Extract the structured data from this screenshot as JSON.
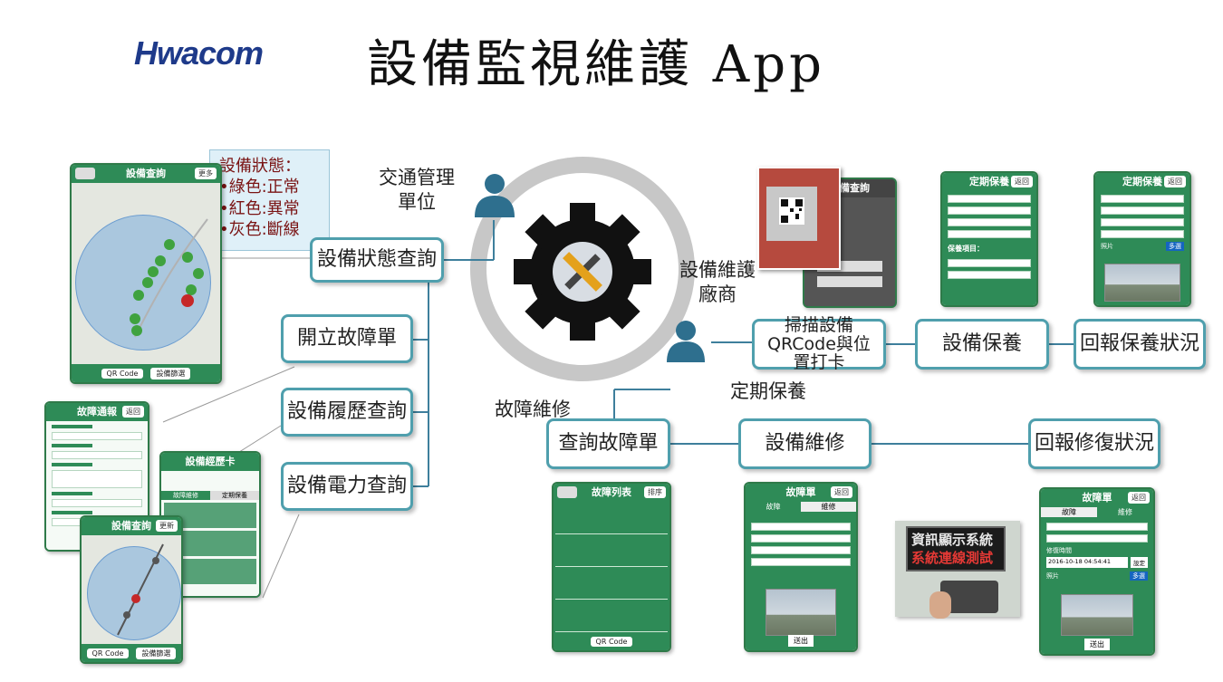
{
  "title": "設備監視維護 App",
  "logo": "Hwacom",
  "status_legend": {
    "heading": "設備狀態：",
    "green": "•綠色:正常",
    "red": "•紅色:異常",
    "gray": "•灰色:斷線"
  },
  "actors": {
    "traffic": "交通管理單位",
    "vendor": "設備維護廠商"
  },
  "flow_labels": {
    "fault": "故障維修",
    "maint": "定期保養"
  },
  "boxes": {
    "status_query": "設備狀態查詢",
    "open_ticket": "開立故障單",
    "history_query": "設備履歷查詢",
    "power_query": "設備電力查詢",
    "scan_checkin": "掃描設備QRCode與位置打卡",
    "maintenance": "設備保養",
    "report_maint": "回報保養狀況",
    "query_ticket": "查詢故障單",
    "repair": "設備維修",
    "report_repair": "回報修復狀況"
  },
  "screens": {
    "device_query": {
      "title": "設備查詢",
      "more": "更多",
      "qr": "QR Code",
      "filter": "設備篩選"
    },
    "fault_report": {
      "title": "故障通報",
      "back": "返回"
    },
    "history_card": {
      "title": "設備經歷卡",
      "tab1": "故障維修",
      "tab2": "定期保養"
    },
    "device_query2": {
      "title": "設備查詢",
      "more": "更新",
      "qr": "QR Code",
      "filter": "設備篩選"
    },
    "maint1": {
      "title": "定期保養",
      "back": "返回",
      "section": "保養項目："
    },
    "maint2": {
      "title": "定期保養",
      "back": "返回",
      "photo": "照片",
      "more": "多選"
    },
    "fault_list": {
      "title": "故障列表",
      "sort": "排序",
      "qr": "QR Code"
    },
    "fault_ticket1": {
      "title": "故障單",
      "back": "返回",
      "tab1": "故障",
      "tab2": "維修",
      "send": "送出"
    },
    "fault_ticket2": {
      "title": "故障單",
      "back": "返回",
      "tab1": "故障",
      "tab2": "維修",
      "time_label": "修復時間",
      "time_value": "2016-10-18 04:54:41",
      "set": "設定",
      "photo": "照片",
      "more": "多選",
      "send": "送出"
    },
    "scan": {
      "title": "設備查詢"
    },
    "sign": {
      "line1": "資訊顯示系統",
      "line2": "系統連線測試"
    }
  },
  "colors": {
    "accent": "#4f9fad",
    "app_green": "#2e8b57",
    "person": "#2e6f8e"
  }
}
